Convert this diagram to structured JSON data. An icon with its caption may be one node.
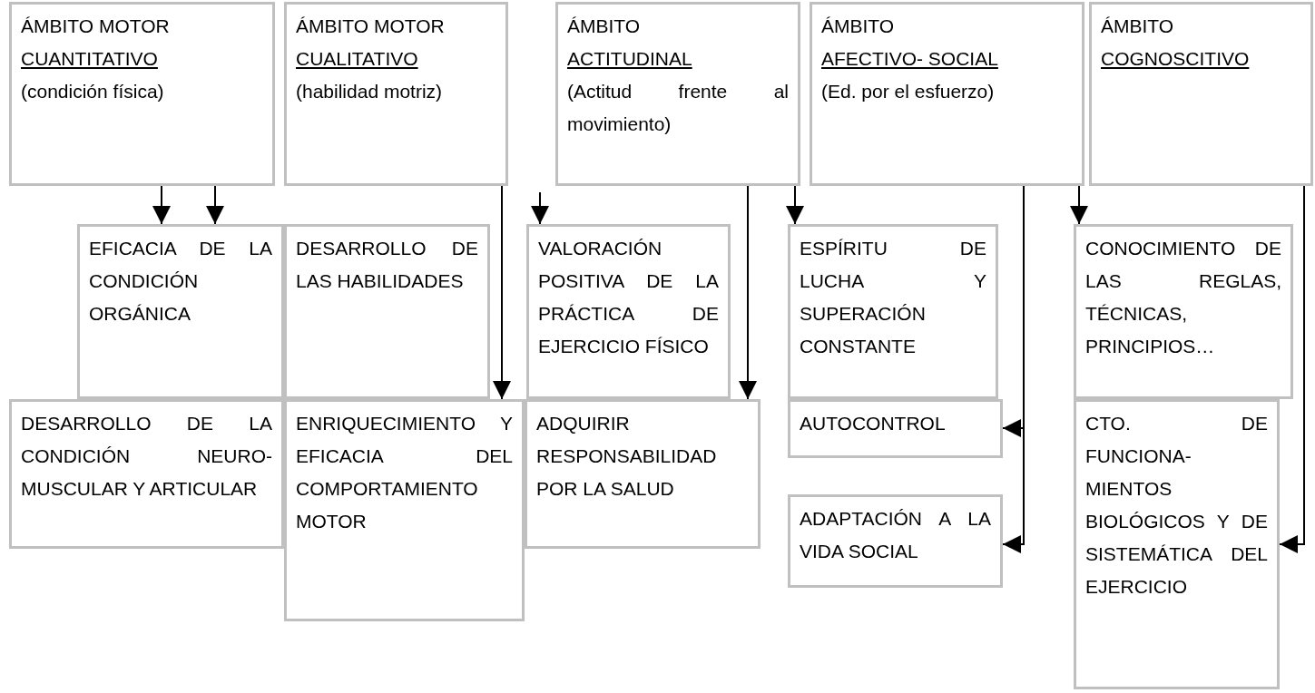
{
  "diagram": {
    "nodes": [
      {
        "text": [
          "ÁMBITO MOTOR",
          "CUANTITATIVO",
          "(condición física)"
        ]
      },
      {
        "text": [
          "ÁMBITO MOTOR",
          "CUALITATIVO",
          "(habilidad motriz)"
        ]
      },
      {
        "text": [
          "ÁMBITO",
          "ACTITUDINAL",
          "(Actitud frente al movimiento)"
        ]
      },
      {
        "text": [
          "ÁMBITO",
          "AFECTIVO- SOCIAL",
          "(Ed. por el esfuerzo)"
        ]
      },
      {
        "text": [
          "ÁMBITO",
          "COGNOSCITIVO"
        ]
      },
      {
        "text": [
          "EFICACIA DE LA CONDICIÓN ORGÁNICA"
        ]
      },
      {
        "text": [
          "DESARROLLO DE LAS HABILIDADES"
        ]
      },
      {
        "text": [
          "VALORACIÓN POSITIVA DE LA PRÁCTICA DE EJERCICIO FÍSICO"
        ]
      },
      {
        "text": [
          "ESPÍRITU DE LUCHA Y SUPERACIÓN CONSTANTE"
        ]
      },
      {
        "text": [
          "CONOCIMIENTO DE LAS REGLAS, TÉCNICAS, PRINCIPIOS…"
        ]
      },
      {
        "text": [
          "DESARROLLO DE LA CONDICIÓN NEURO- MUSCULAR Y ARTICULAR"
        ]
      },
      {
        "text": [
          "ENRIQUECIMIENTO Y EFICACIA DEL COMPORTAMIENTO MOTOR"
        ]
      },
      {
        "text": [
          "ADQUIRIR RESPONSABILIDAD POR LA SALUD"
        ]
      },
      {
        "text": [
          "AUTOCONTROL"
        ]
      },
      {
        "text": [
          "ADAPTACIÓN A LA VIDA SOCIAL"
        ]
      },
      {
        "text": [
          "CTO. DE FUNCIONA- MIENTOS BIOLÓGICOS Y DE SISTEMÁTICA DEL EJERCICIO"
        ]
      }
    ],
    "edges": [
      {
        "from": 0,
        "to": 5,
        "arrow": "to"
      },
      {
        "from": 0,
        "to": 5,
        "arrow": "to"
      },
      {
        "from": 1,
        "to": 11,
        "arrow": "to"
      },
      {
        "from": null,
        "to": 7,
        "arrow": "to"
      },
      {
        "from": 2,
        "to": 12,
        "arrow": "to"
      },
      {
        "from": 2,
        "to": 8,
        "arrow": "to"
      },
      {
        "from": 3,
        "to": 13,
        "arrow": "to"
      },
      {
        "from": 3,
        "to": 14,
        "arrow": "to"
      },
      {
        "from": 3,
        "to": 9,
        "arrow": "to"
      },
      {
        "from": 4,
        "to": 15,
        "arrow": "to"
      }
    ]
  }
}
